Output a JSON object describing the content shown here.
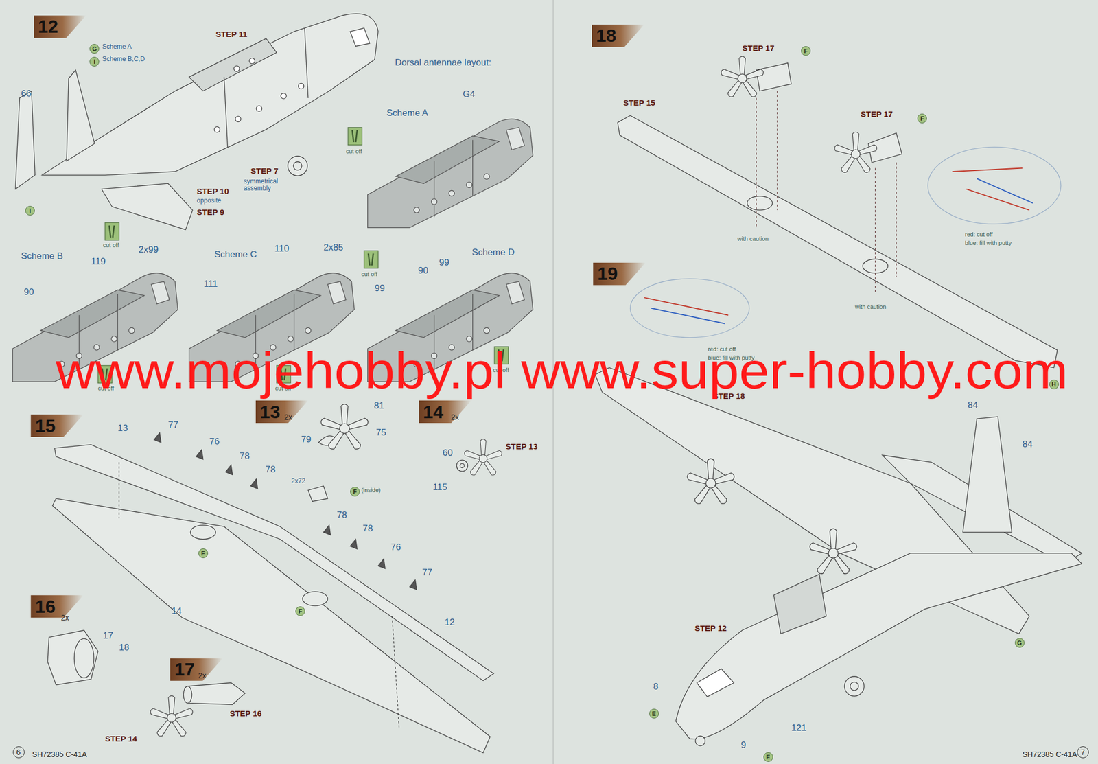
{
  "diagram": {
    "nodes": [
      {
        "text": [
          "12"
        ]
      },
      {
        "text": [
          "18"
        ]
      },
      {
        "text": [
          "15"
        ]
      },
      {
        "text": [
          "13"
        ]
      },
      {
        "text": [
          "14"
        ]
      },
      {
        "text": [
          "16"
        ]
      },
      {
        "text": [
          "17"
        ]
      },
      {
        "text": [
          "19"
        ]
      },
      {
        "text": [
          "G"
        ]
      },
      {
        "text": [
          "I"
        ]
      },
      {
        "text": [
          "I"
        ]
      },
      {
        "text": [
          "F"
        ]
      },
      {
        "text": [
          "F"
        ]
      },
      {
        "text": [
          "H"
        ]
      },
      {
        "text": [
          "F"
        ]
      },
      {
        "text": [
          "F"
        ]
      },
      {
        "text": [
          "F"
        ]
      },
      {
        "text": [
          "G"
        ]
      },
      {
        "text": [
          "E"
        ]
      },
      {
        "text": [
          "E"
        ]
      },
      {
        "text": [
          "6"
        ]
      },
      {
        "text": [
          "7"
        ]
      }
    ],
    "labels": [
      "STEP 11",
      "Scheme A",
      "Scheme B,C,D",
      "66",
      "STEP 7",
      "symmetrical assembly",
      "STEP 10",
      "opposite",
      "STEP 9",
      "Dorsal antennae layout:",
      "Scheme A",
      "G4",
      "cut off",
      "Scheme B",
      "cut off",
      "2x99",
      "119",
      "90",
      "Scheme C",
      "110",
      "2x85",
      "111",
      "Scheme D",
      "cut off",
      "90",
      "99",
      "99",
      "cut off",
      "cut off",
      "cut off",
      "www.mojehobby.pl www.super-hobby.com",
      "13",
      "77",
      "76",
      "78",
      "78",
      "2x",
      "81",
      "79",
      "75",
      "2x",
      "STEP 13",
      "60",
      "115",
      "2x72",
      "(inside)",
      "78",
      "78",
      "76",
      "77",
      "14",
      "12",
      "2x",
      "17",
      "18",
      "2x",
      "STEP 16",
      "STEP 14",
      "SH72385 C-41A",
      "STEP 17",
      "STEP 15",
      "STEP 17",
      "with caution",
      "with caution",
      "red: cut off",
      "blue: fill with putty",
      "red: cut off",
      "blue: fill with putty",
      "STEP 18",
      "84",
      "84",
      "STEP 12",
      "8",
      "121",
      "9",
      "SH72385 C-41A"
    ]
  }
}
